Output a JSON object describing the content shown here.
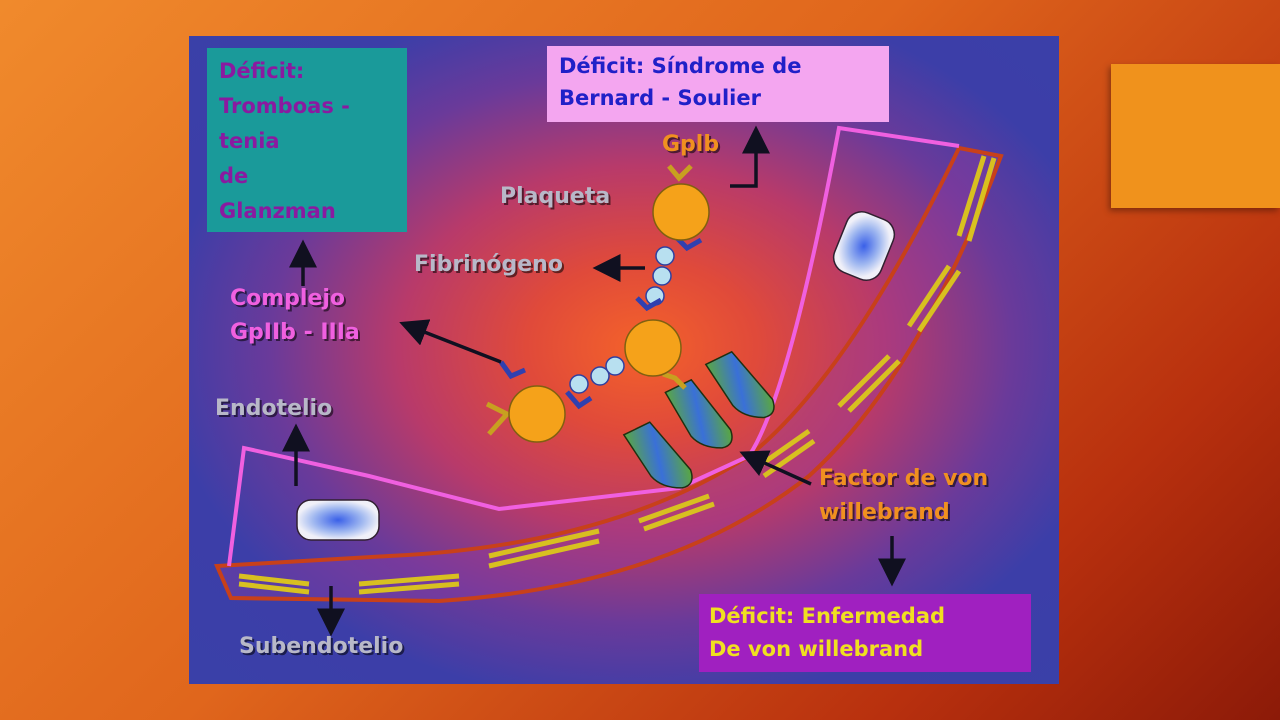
{
  "boxes": {
    "glanzman": [
      "Déficit:",
      "Tromboas -",
      "tenia",
      "de",
      "Glanzman"
    ],
    "bernard": [
      "Déficit: Síndrome de",
      "Bernard - Soulier"
    ],
    "vwd": [
      "Déficit: Enfermedad",
      "De von willebrand"
    ]
  },
  "labels": {
    "gplb": "Gplb",
    "plaqueta": "Plaqueta",
    "fibrinogeno": "Fibrinógeno",
    "complejo_1": "Complejo",
    "complejo_2": "GpIIb - IIIa",
    "endotelio": "Endotelio",
    "subendotelio": "Subendotelio",
    "vwf_1": "Factor de von",
    "vwf_2": "willebrand"
  },
  "colors": {
    "background_orange": "#e0661c",
    "glanzman_box": "#1a9a9a",
    "bernard_box": "#f4a6f0",
    "vwd_box": "#a020c0",
    "platelet": "#f5a21a",
    "endothelium_outline": "#f060e0",
    "subendothelium_outline": "#c8401a",
    "collagen": "#d8c020"
  }
}
